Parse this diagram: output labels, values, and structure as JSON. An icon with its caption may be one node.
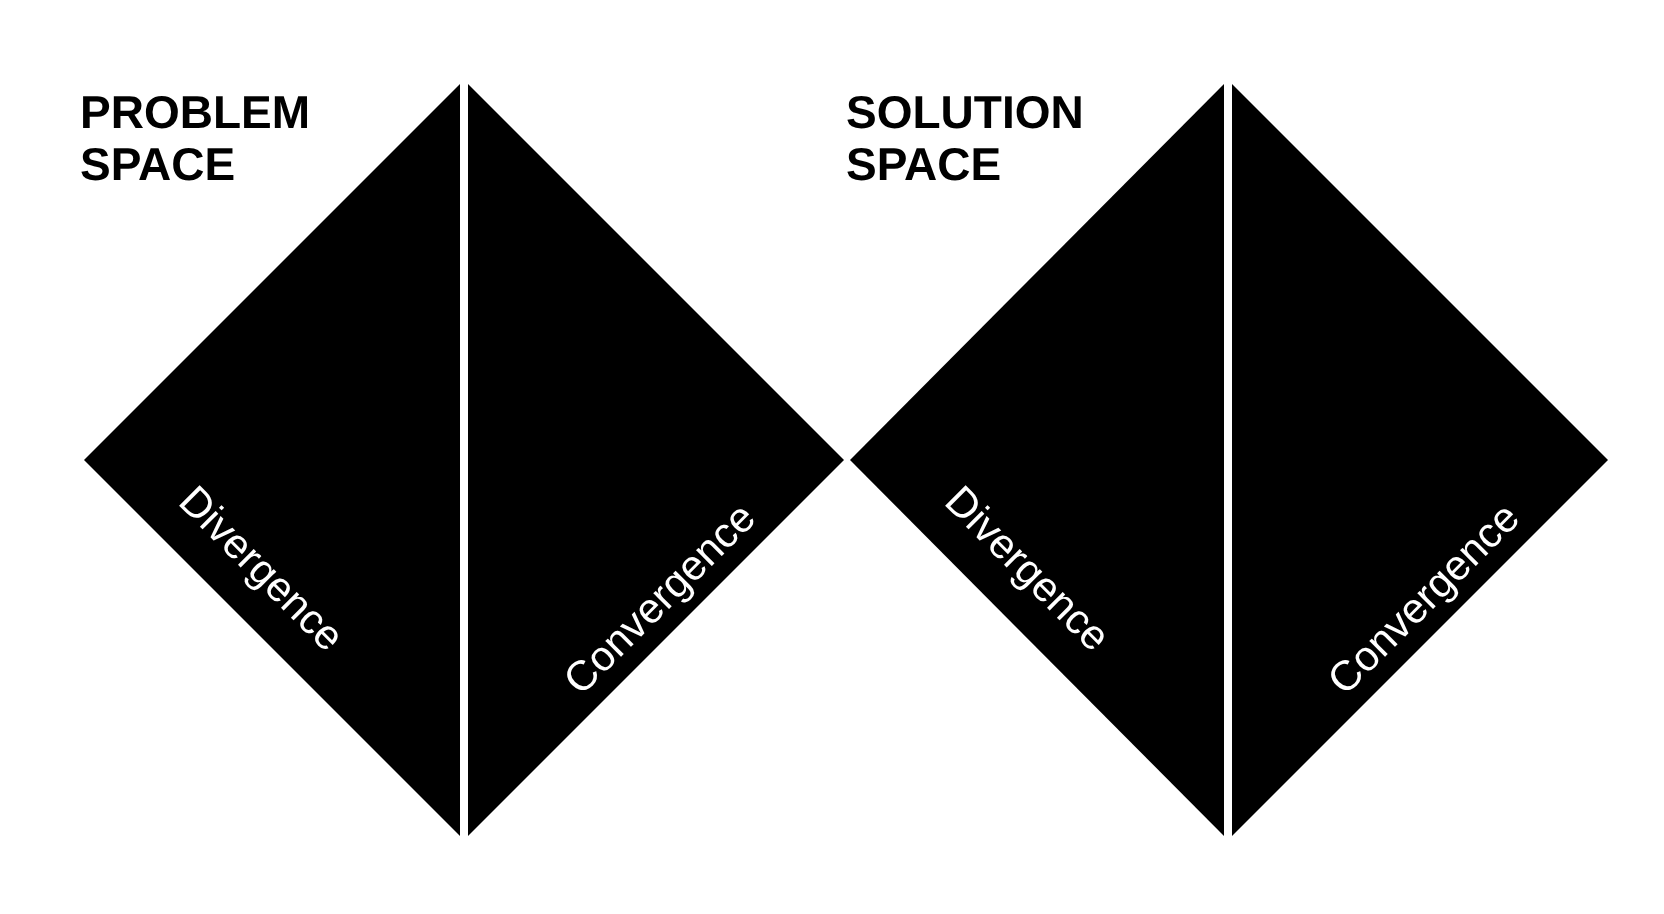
{
  "diagram": {
    "nodes": [
      {
        "text": [
          "Divergence"
        ]
      },
      {
        "text": [
          "Convergence"
        ]
      },
      {
        "text": [
          "Divergence"
        ]
      },
      {
        "text": [
          "Convergence"
        ]
      }
    ],
    "labels": [
      "PROBLEM SPACE",
      "SOLUTION SPACE"
    ]
  }
}
